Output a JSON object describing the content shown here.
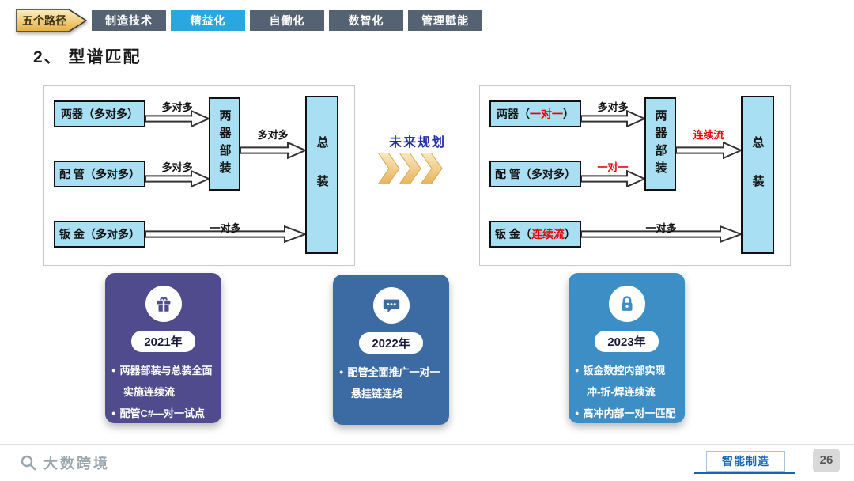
{
  "header": {
    "lead_label": "五个路径",
    "tabs": [
      {
        "label": "制造技术",
        "active": false
      },
      {
        "label": "精益化",
        "active": true
      },
      {
        "label": "自働化",
        "active": false
      },
      {
        "label": "数智化",
        "active": false
      },
      {
        "label": "管理赋能",
        "active": false
      }
    ]
  },
  "title": "2、 型谱匹配",
  "transition": {
    "label": "未来规划"
  },
  "diagram": {
    "current": {
      "rows": [
        {
          "box_prefix": "两器（",
          "box_value": "多对多",
          "box_suffix": "）",
          "arrow_label": "多对多"
        },
        {
          "box_prefix": "配 管（",
          "box_value": "多对多",
          "box_suffix": "）",
          "arrow_label": "多对多"
        },
        {
          "box_prefix": "钣 金（",
          "box_value": "多对多",
          "box_suffix": "）",
          "arrow_label": "一对多"
        }
      ],
      "sub_box": "两器部装",
      "sub_arrow_label": "多对多",
      "final_box": "总装"
    },
    "future": {
      "rows": [
        {
          "box_prefix": "两器（",
          "box_value": "一对一",
          "box_suffix": "）",
          "arrow_label": "多对多"
        },
        {
          "box_prefix": "配 管（",
          "box_value": "多对多",
          "box_suffix": "）",
          "arrow_label": "一对一"
        },
        {
          "box_prefix": "钣 金（",
          "box_value": "连续流",
          "box_suffix": "）",
          "arrow_label": "一对多"
        }
      ],
      "sub_box": "两器部装",
      "sub_arrow_label": "连续流",
      "final_box": "总装"
    }
  },
  "cards": {
    "bullet_marker": "●",
    "items": [
      {
        "year": "2021年",
        "icon": "gift-icon",
        "bullets": [
          "两器部装与总装全面实施连续流",
          "配管C#—对一试点"
        ]
      },
      {
        "year": "2022年",
        "icon": "chat-icon",
        "bullets": [
          "配管全面推广一对一悬挂链连线"
        ]
      },
      {
        "year": "2023年",
        "icon": "lock-icon",
        "bullets": [
          "钣金数控内部实现冲-折-焊连续流",
          "高冲内部一对一匹配"
        ]
      }
    ]
  },
  "footer": {
    "logo_text": "大数跨境",
    "badge_label": "智能制造",
    "page_number": "26"
  },
  "colors": {
    "active_tab": "#29A7DF",
    "inactive_tab": "#556271",
    "lead_banner_gold": "#EDC25C",
    "diagram_box_fill": "#A9DFF3",
    "highlight_red": "#E60000",
    "future_label_blue": "#2430A6",
    "card_2021": "#504B8D",
    "card_2022": "#3C6BA4",
    "card_2023": "#3E8EC6",
    "badge_blue": "#1565B8"
  }
}
